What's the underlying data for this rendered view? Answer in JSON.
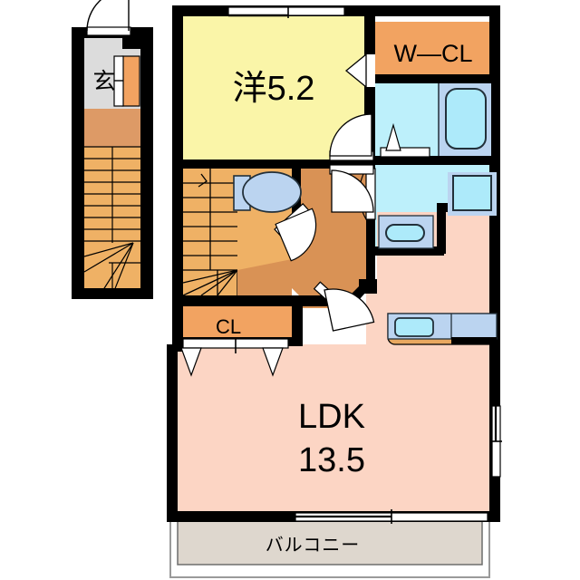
{
  "plan": {
    "title": "間取り図",
    "rooms": [
      {
        "key": "bedroom",
        "label": "洋5.2",
        "name": "washitsu-bedroom",
        "color": "#FAF5A8"
      },
      {
        "key": "wcl",
        "label": "W—CL",
        "name": "walk-in-closet",
        "color": "#F2A361"
      },
      {
        "key": "cl",
        "label": "CL",
        "name": "closet",
        "color": "#F2A361"
      },
      {
        "key": "ldk",
        "label": "LDK",
        "name": "ldk",
        "color": "#FCD5C4"
      },
      {
        "key": "ldk_size",
        "label": "13.5",
        "name": "ldk-size",
        "color": "#FCD5C4"
      },
      {
        "key": "balcony",
        "label": "バルコニー",
        "name": "balcony",
        "color": "#DED7CE"
      },
      {
        "key": "entrance",
        "label": "玄",
        "name": "entrance-genkan",
        "color": "#DCDCDC"
      }
    ],
    "colors": {
      "wall": "#000000",
      "bedroom": "#FAF5A8",
      "ldk": "#FCD5C4",
      "closet": "#F2A361",
      "hall": "#D99255",
      "stairs": "#EFB165",
      "stairs_landing": "#DD9A66",
      "water": "#BDF0FB",
      "fixture": "#BBD4F0",
      "fixture_inner": "#ADEAFA",
      "entrance": "#DCDCDC",
      "balcony": "#DED7CE",
      "balcony_edge": "#999999",
      "counter": "#E8A860",
      "door_fill": "#FFFFFF",
      "window_fill": "#FFFFFF"
    },
    "fixtures": [
      {
        "name": "bathtub",
        "room": "bathroom"
      },
      {
        "name": "toilet-bowl",
        "room": "toilet"
      },
      {
        "name": "toilet-tank",
        "room": "toilet"
      },
      {
        "name": "washing-machine",
        "room": "washroom"
      },
      {
        "name": "vanity-sink",
        "room": "washroom"
      },
      {
        "name": "kitchen-sink",
        "room": "ldk"
      },
      {
        "name": "kitchen-counter",
        "room": "ldk"
      },
      {
        "name": "shoe-closet",
        "room": "entrance"
      }
    ],
    "openings": [
      {
        "name": "entrance-door",
        "type": "swing-door"
      },
      {
        "name": "bedroom-window",
        "type": "window"
      },
      {
        "name": "bedroom-door",
        "type": "swing-door"
      },
      {
        "name": "bedroom-closet-door",
        "type": "swing-door"
      },
      {
        "name": "toilet-door",
        "type": "swing-door"
      },
      {
        "name": "washroom-door",
        "type": "swing-door"
      },
      {
        "name": "hall-ldk-door",
        "type": "swing-door"
      },
      {
        "name": "closet-sliding-door",
        "type": "sliding-door"
      },
      {
        "name": "bathroom-door",
        "type": "folding-door"
      },
      {
        "name": "ldk-east-window",
        "type": "window"
      },
      {
        "name": "balcony-window",
        "type": "sliding-window"
      }
    ]
  }
}
